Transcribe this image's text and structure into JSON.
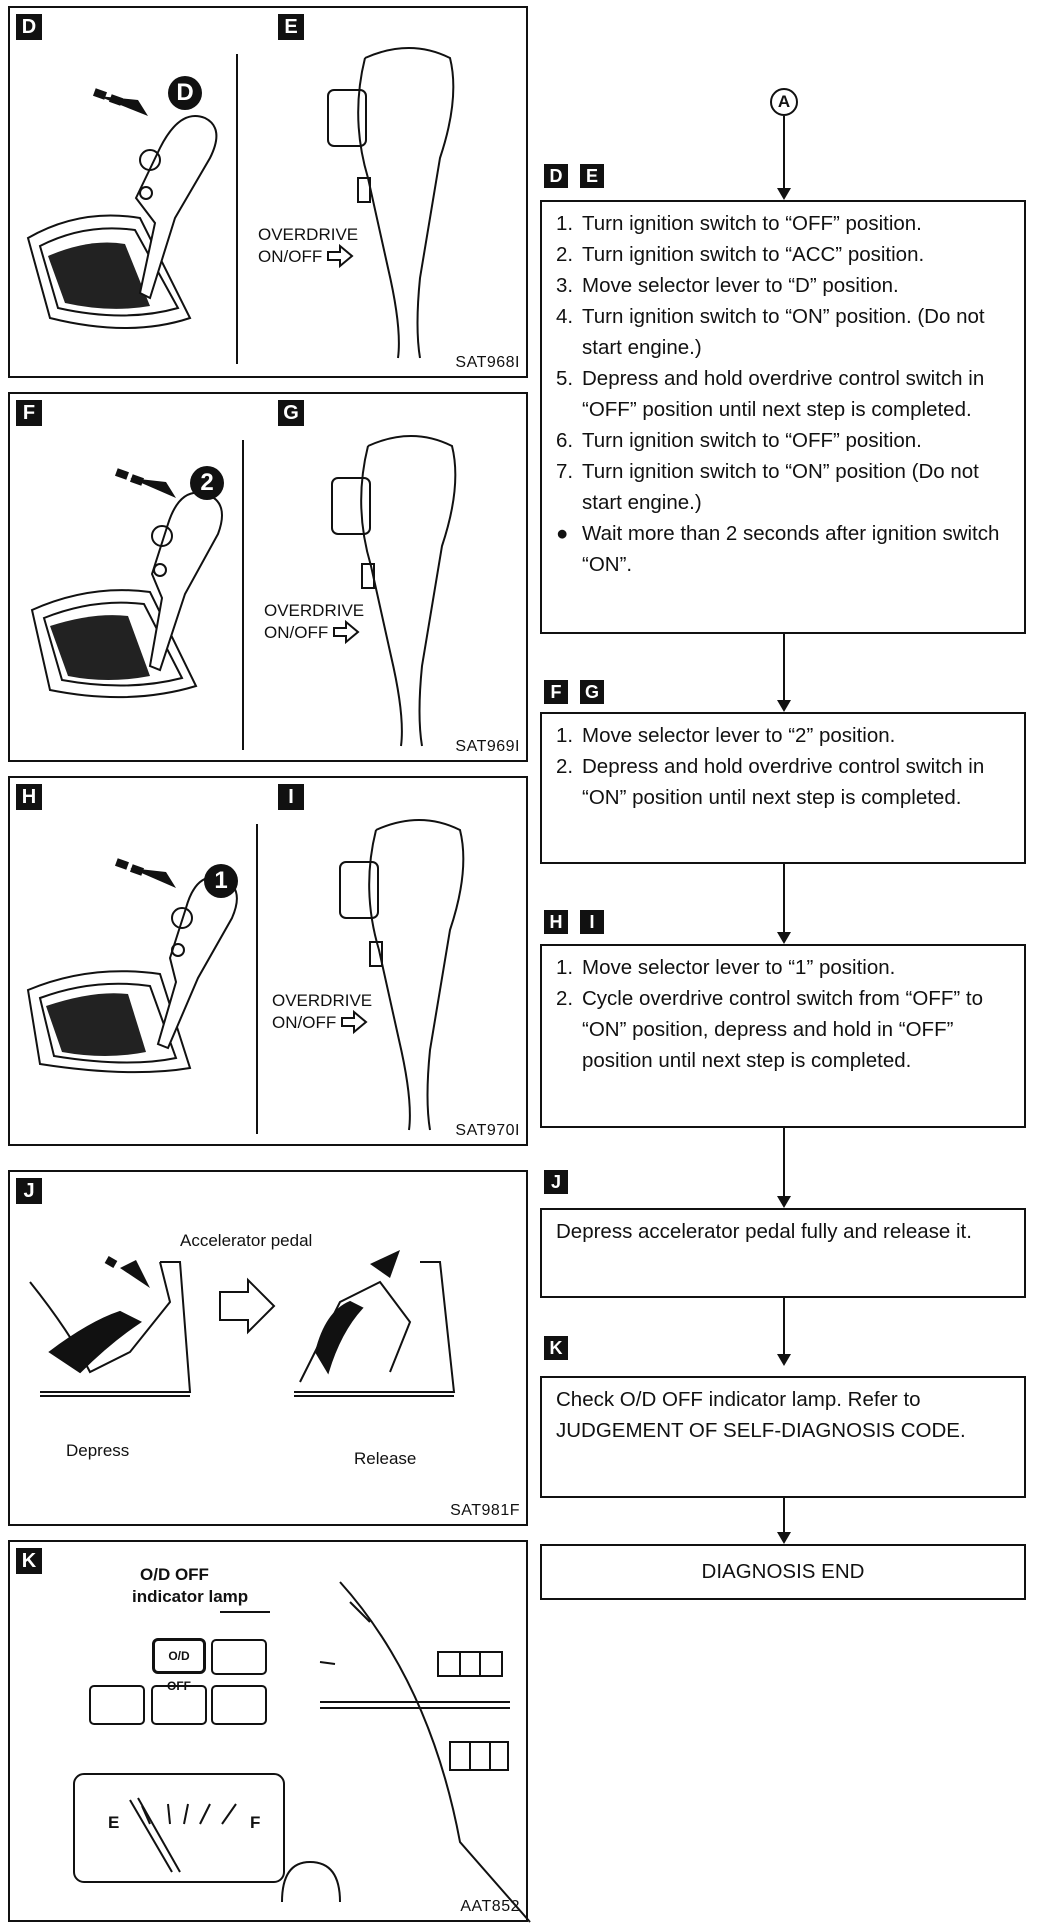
{
  "figures": {
    "de": {
      "tag_left": "D",
      "tag_right": "E",
      "gear": "D",
      "switch_label_line1": "OVERDRIVE",
      "switch_label_line2": "ON/OFF",
      "code": "SAT968I"
    },
    "fg": {
      "tag_left": "F",
      "tag_right": "G",
      "gear": "2",
      "switch_label_line1": "OVERDRIVE",
      "switch_label_line2": "ON/OFF",
      "code": "SAT969I"
    },
    "hi": {
      "tag_left": "H",
      "tag_right": "I",
      "gear": "1",
      "switch_label_line1": "OVERDRIVE",
      "switch_label_line2": "ON/OFF",
      "code": "SAT970I"
    },
    "j": {
      "tag": "J",
      "title": "Accelerator pedal",
      "depress": "Depress",
      "release": "Release",
      "code": "SAT981F"
    },
    "k": {
      "tag": "K",
      "callout_line1": "O/D OFF",
      "callout_line2": "indicator lamp",
      "lamp_text": "O/D OFF",
      "gauge_e": "E",
      "gauge_f": "F",
      "code": "AAT852"
    }
  },
  "flow": {
    "start_connector": "A",
    "step1": {
      "tags": [
        "D",
        "E"
      ],
      "items": [
        {
          "n": "1.",
          "text": "Turn ignition switch to “OFF” position."
        },
        {
          "n": "2.",
          "text": "Turn ignition switch to “ACC” position."
        },
        {
          "n": "3.",
          "text": "Move selector lever to “D” position."
        },
        {
          "n": "4.",
          "text": "Turn ignition switch to “ON” position. (Do not start engine.)"
        },
        {
          "n": "5.",
          "text": "Depress and hold overdrive control switch in “OFF” position until next step is completed."
        },
        {
          "n": "6.",
          "text": "Turn ignition switch to “OFF” position."
        },
        {
          "n": "7.",
          "text": "Turn ignition switch to “ON” position (Do not start engine.)"
        },
        {
          "n": "●",
          "text": "Wait more than 2 seconds after ignition switch “ON”."
        }
      ]
    },
    "step2": {
      "tags": [
        "F",
        "G"
      ],
      "items": [
        {
          "n": "1.",
          "text": "Move selector lever to “2” position."
        },
        {
          "n": "2.",
          "text": "Depress and hold overdrive control switch in “ON” position until next step is completed."
        }
      ]
    },
    "step3": {
      "tags": [
        "H",
        "I"
      ],
      "items": [
        {
          "n": "1.",
          "text": "Move selector lever to “1” position."
        },
        {
          "n": "2.",
          "text": "Cycle overdrive control switch from “OFF” to “ON” position, depress and hold in “OFF” position until next step is completed."
        }
      ]
    },
    "step4": {
      "tag": "J",
      "text": "Depress accelerator pedal fully and release it."
    },
    "step5": {
      "tag": "K",
      "text": "Check O/D OFF indicator lamp. Refer to JUDGEMENT OF SELF-DIAGNOSIS CODE."
    },
    "end": "DIAGNOSIS END"
  }
}
